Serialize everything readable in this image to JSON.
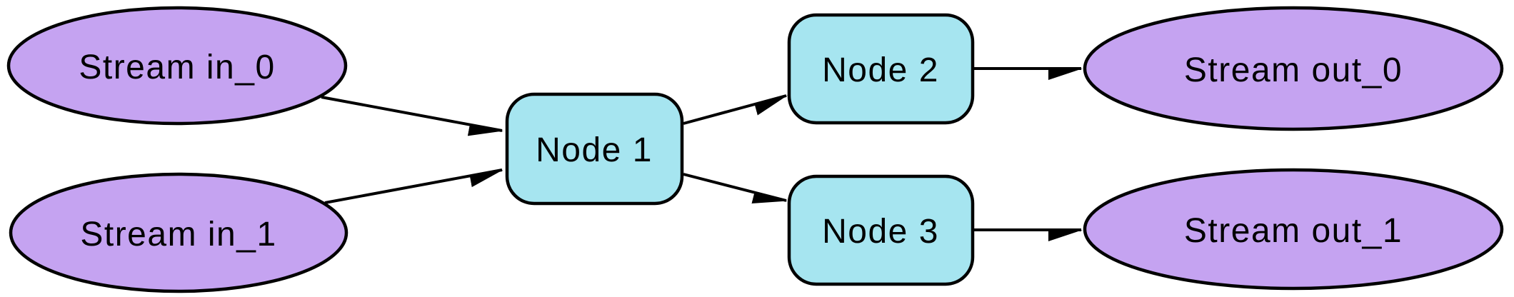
{
  "diagram": {
    "kind": "flow-graph",
    "direction": "left-to-right"
  },
  "colors": {
    "stream_fill": "#C5A3F1",
    "process_fill": "#A6E5F0",
    "stroke": "#000000",
    "background": "#FFFFFF"
  },
  "nodes": {
    "stream_in_0": {
      "label": "Stream in_0",
      "shape": "ellipse"
    },
    "stream_in_1": {
      "label": "Stream in_1",
      "shape": "ellipse"
    },
    "node_1": {
      "label": "Node 1",
      "shape": "rounded-box"
    },
    "node_2": {
      "label": "Node 2",
      "shape": "rounded-box"
    },
    "node_3": {
      "label": "Node 3",
      "shape": "rounded-box"
    },
    "stream_out_0": {
      "label": "Stream out_0",
      "shape": "ellipse"
    },
    "stream_out_1": {
      "label": "Stream out_1",
      "shape": "ellipse"
    }
  },
  "edges": [
    {
      "from": "Stream in_0",
      "to": "Node 1"
    },
    {
      "from": "Stream in_1",
      "to": "Node 1"
    },
    {
      "from": "Node 1",
      "to": "Node 2"
    },
    {
      "from": "Node 1",
      "to": "Node 3"
    },
    {
      "from": "Node 2",
      "to": "Stream out_0"
    },
    {
      "from": "Node 3",
      "to": "Stream out_1"
    }
  ]
}
